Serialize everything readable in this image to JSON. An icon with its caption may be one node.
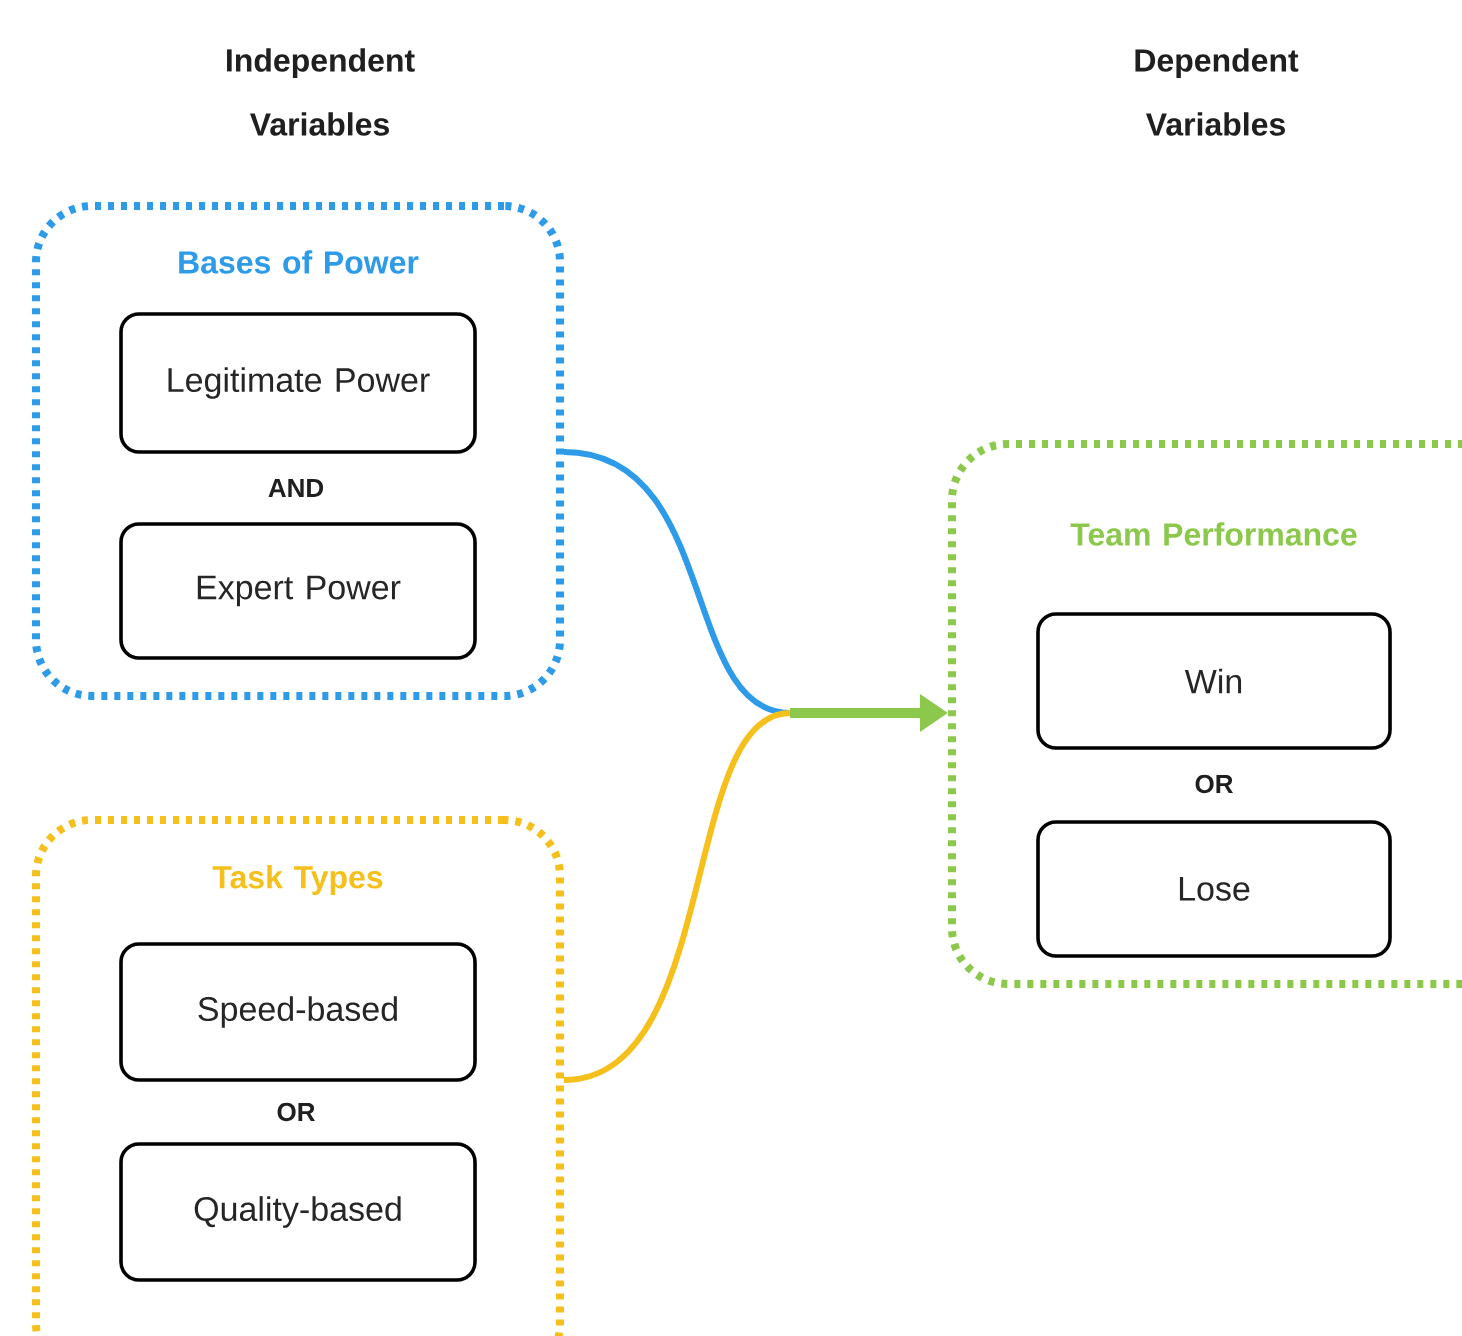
{
  "diagram": {
    "nodes": [
      {
        "text": [
          "Bases of Power"
        ]
      },
      {
        "text": [
          "Legitimate Power"
        ],
        "in": 0
      },
      {
        "text": [
          "Expert Power"
        ],
        "in": 0
      },
      {
        "text": [
          "Task Types"
        ]
      },
      {
        "text": [
          "Speed-based"
        ],
        "in": 3
      },
      {
        "text": [
          "Quality-based"
        ],
        "in": 3
      },
      {
        "text": [
          "Team Performance"
        ]
      },
      {
        "text": [
          "Win"
        ],
        "in": 6
      },
      {
        "text": [
          "Lose"
        ],
        "in": 6
      }
    ],
    "edges": [
      {
        "from": 0,
        "to": 6,
        "arrow": "to",
        "color": "#2e9be8"
      },
      {
        "from": 3,
        "to": 6,
        "arrow": "to",
        "color": "#f5c01c"
      }
    ],
    "labels": [
      "Independent Variables",
      "Dependent Variables",
      "AND",
      "OR",
      "OR"
    ]
  }
}
